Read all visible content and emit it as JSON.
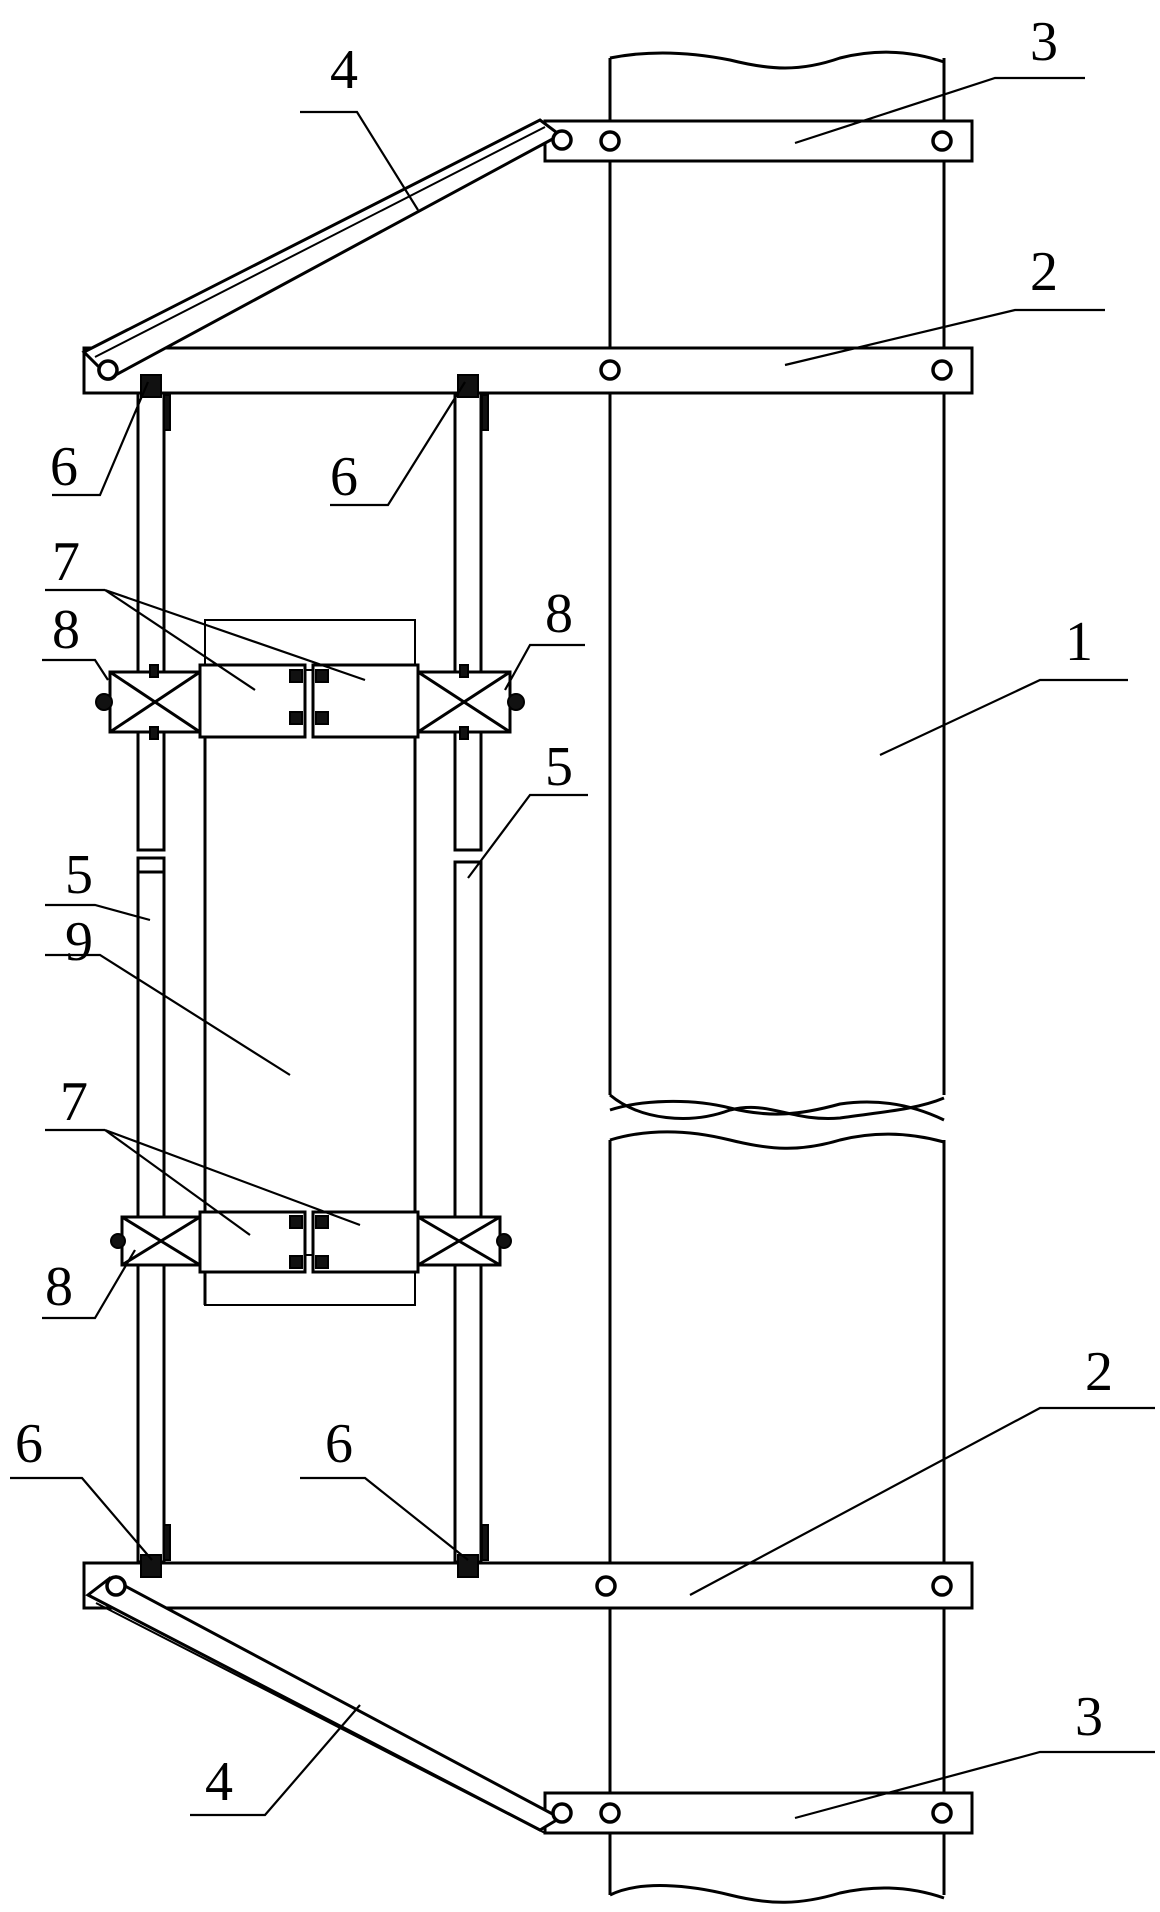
{
  "labels": {
    "pipe": "1",
    "hoop_top": "2",
    "hoop_bottom": "2",
    "clamp_top": "3",
    "clamp_bottom": "3",
    "brace_top": "4",
    "brace_bottom": "4",
    "rail_left": "5",
    "rail_right": "5",
    "joint_top_left": "6",
    "joint_top_right": "6",
    "joint_bottom_left": "6",
    "joint_bottom_right": "6",
    "block_upper": "7",
    "block_lower": "7",
    "roller_upper_left": "8",
    "roller_upper_right": "8",
    "roller_lower_left": "8",
    "panel": "9"
  }
}
